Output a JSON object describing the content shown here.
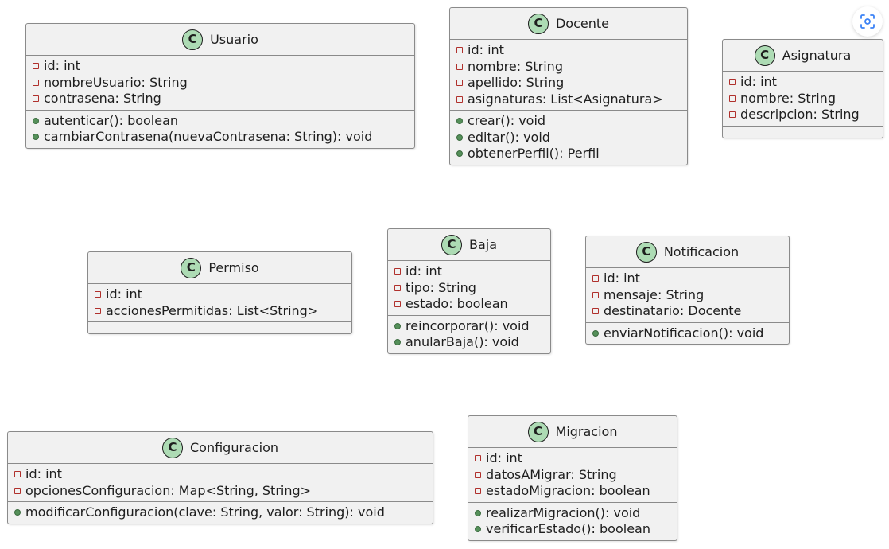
{
  "diagram": {
    "classes": [
      {
        "key": "usuario",
        "name": "Usuario",
        "stereotype_icon": "C",
        "attributes": [
          "id: int",
          "nombreUsuario: String",
          "contrasena: String"
        ],
        "methods": [
          "autenticar(): boolean",
          "cambiarContrasena(nuevaContrasena: String): void"
        ]
      },
      {
        "key": "docente",
        "name": "Docente",
        "stereotype_icon": "C",
        "attributes": [
          "id: int",
          "nombre: String",
          "apellido: String",
          "asignaturas: List<Asignatura>"
        ],
        "methods": [
          "crear(): void",
          "editar(): void",
          "obtenerPerfil(): Perfil"
        ]
      },
      {
        "key": "asignatura",
        "name": "Asignatura",
        "stereotype_icon": "C",
        "attributes": [
          "id: int",
          "nombre: String",
          "descripcion: String"
        ],
        "methods": []
      },
      {
        "key": "permiso",
        "name": "Permiso",
        "stereotype_icon": "C",
        "attributes": [
          "id: int",
          "accionesPermitidas: List<String>"
        ],
        "methods": []
      },
      {
        "key": "baja",
        "name": "Baja",
        "stereotype_icon": "C",
        "attributes": [
          "id: int",
          "tipo: String",
          "estado: boolean"
        ],
        "methods": [
          "reincorporar(): void",
          "anularBaja(): void"
        ]
      },
      {
        "key": "notificacion",
        "name": "Notificacion",
        "stereotype_icon": "C",
        "attributes": [
          "id: int",
          "mensaje: String",
          "destinatario: Docente"
        ],
        "methods": [
          "enviarNotificacion(): void"
        ]
      },
      {
        "key": "configuracion",
        "name": "Configuracion",
        "stereotype_icon": "C",
        "attributes": [
          "id: int",
          "opcionesConfiguracion: Map<String, String>"
        ],
        "methods": [
          "modificarConfiguracion(clave: String, valor: String): void"
        ]
      },
      {
        "key": "migracion",
        "name": "Migracion",
        "stereotype_icon": "C",
        "attributes": [
          "id: int",
          "datosAMigrar: String",
          "estadoMigracion: boolean"
        ],
        "methods": [
          "realizarMigracion(): void",
          "verificarEstado(): boolean"
        ]
      }
    ]
  },
  "toolbar": {
    "focus_icon": "focus-scan-icon"
  },
  "colors": {
    "class_fill": "#f1f1f1",
    "class_border": "#8a8a8a",
    "class_icon_fill": "#addbb4",
    "private_marker": "#b0302c",
    "public_marker": "#55905a"
  }
}
